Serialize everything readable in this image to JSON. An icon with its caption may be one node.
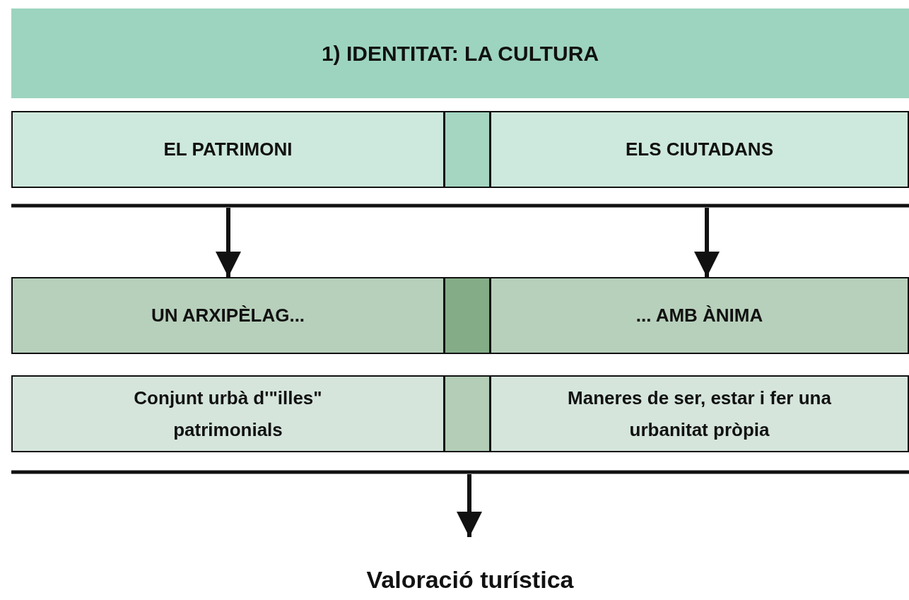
{
  "diagram": {
    "nodes": [
      {
        "text": [
          "1) IDENTITAT: LA CULTURA"
        ]
      },
      {
        "text": [
          "EL PATRIMONI"
        ]
      },
      {
        "text": [],
        "shape": "box"
      },
      {
        "text": [
          "ELS CIUTADANS"
        ]
      },
      {
        "text": [
          "UN ARXIPÈLAG..."
        ]
      },
      {
        "text": [],
        "shape": "box"
      },
      {
        "text": [
          "... AMB ÀNIMA"
        ]
      },
      {
        "text": [
          "Conjunt urbà d'\"illes\" patrimonials"
        ]
      },
      {
        "text": [],
        "shape": "box"
      },
      {
        "text": [
          "Maneres de ser, estar i fer una urbanitat pròpia"
        ]
      },
      {
        "text": [
          "Valoració turística"
        ]
      }
    ],
    "edges": [
      {
        "from": null,
        "to": 4,
        "arrow": "to"
      },
      {
        "from": null,
        "to": 6,
        "arrow": "to"
      },
      {
        "from": null,
        "to": 10,
        "arrow": "to"
      }
    ]
  }
}
